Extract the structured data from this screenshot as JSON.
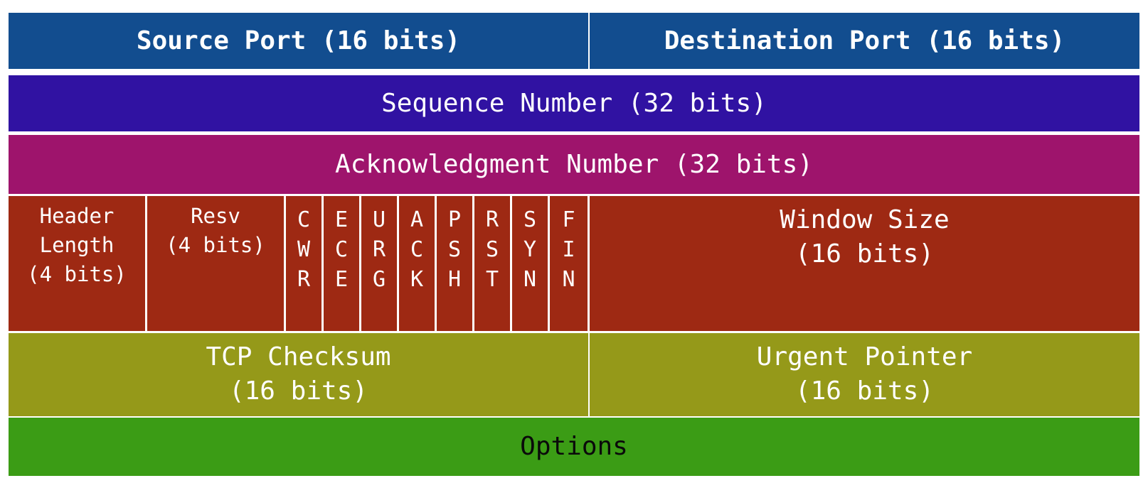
{
  "row_colors": {
    "row1": "#124D8F",
    "row2": "#3012A2",
    "row3": "#9E146C",
    "row4": "#9E2913",
    "row5": "#959919",
    "row6": "#3B9C15",
    "dark_text": "#0a0a0a",
    "light_text": "#ffffff"
  },
  "fields": {
    "source_port": [
      "Source Port (16 bits)"
    ],
    "destination_port": [
      "Destination Port (16 bits)"
    ],
    "sequence_number": [
      "Sequence Number (32 bits)"
    ],
    "acknowledgment_number": [
      "Acknowledgment Number (32 bits)"
    ],
    "header_length": [
      "Header",
      "Length",
      "(4 bits)"
    ],
    "resv": [
      "Resv",
      "(4 bits)"
    ],
    "flags": [
      [
        "C",
        "W",
        "R"
      ],
      [
        "E",
        "C",
        "E"
      ],
      [
        "U",
        "R",
        "G"
      ],
      [
        "A",
        "C",
        "K"
      ],
      [
        "P",
        "S",
        "H"
      ],
      [
        "R",
        "S",
        "T"
      ],
      [
        "S",
        "Y",
        "N"
      ],
      [
        "F",
        "I",
        "N"
      ]
    ],
    "window_size": [
      "Window Size",
      "(16 bits)"
    ],
    "tcp_checksum": [
      "TCP Checksum",
      "(16 bits)"
    ],
    "urgent_pointer": [
      "Urgent Pointer",
      "(16 bits)"
    ],
    "options": [
      "Options"
    ]
  }
}
